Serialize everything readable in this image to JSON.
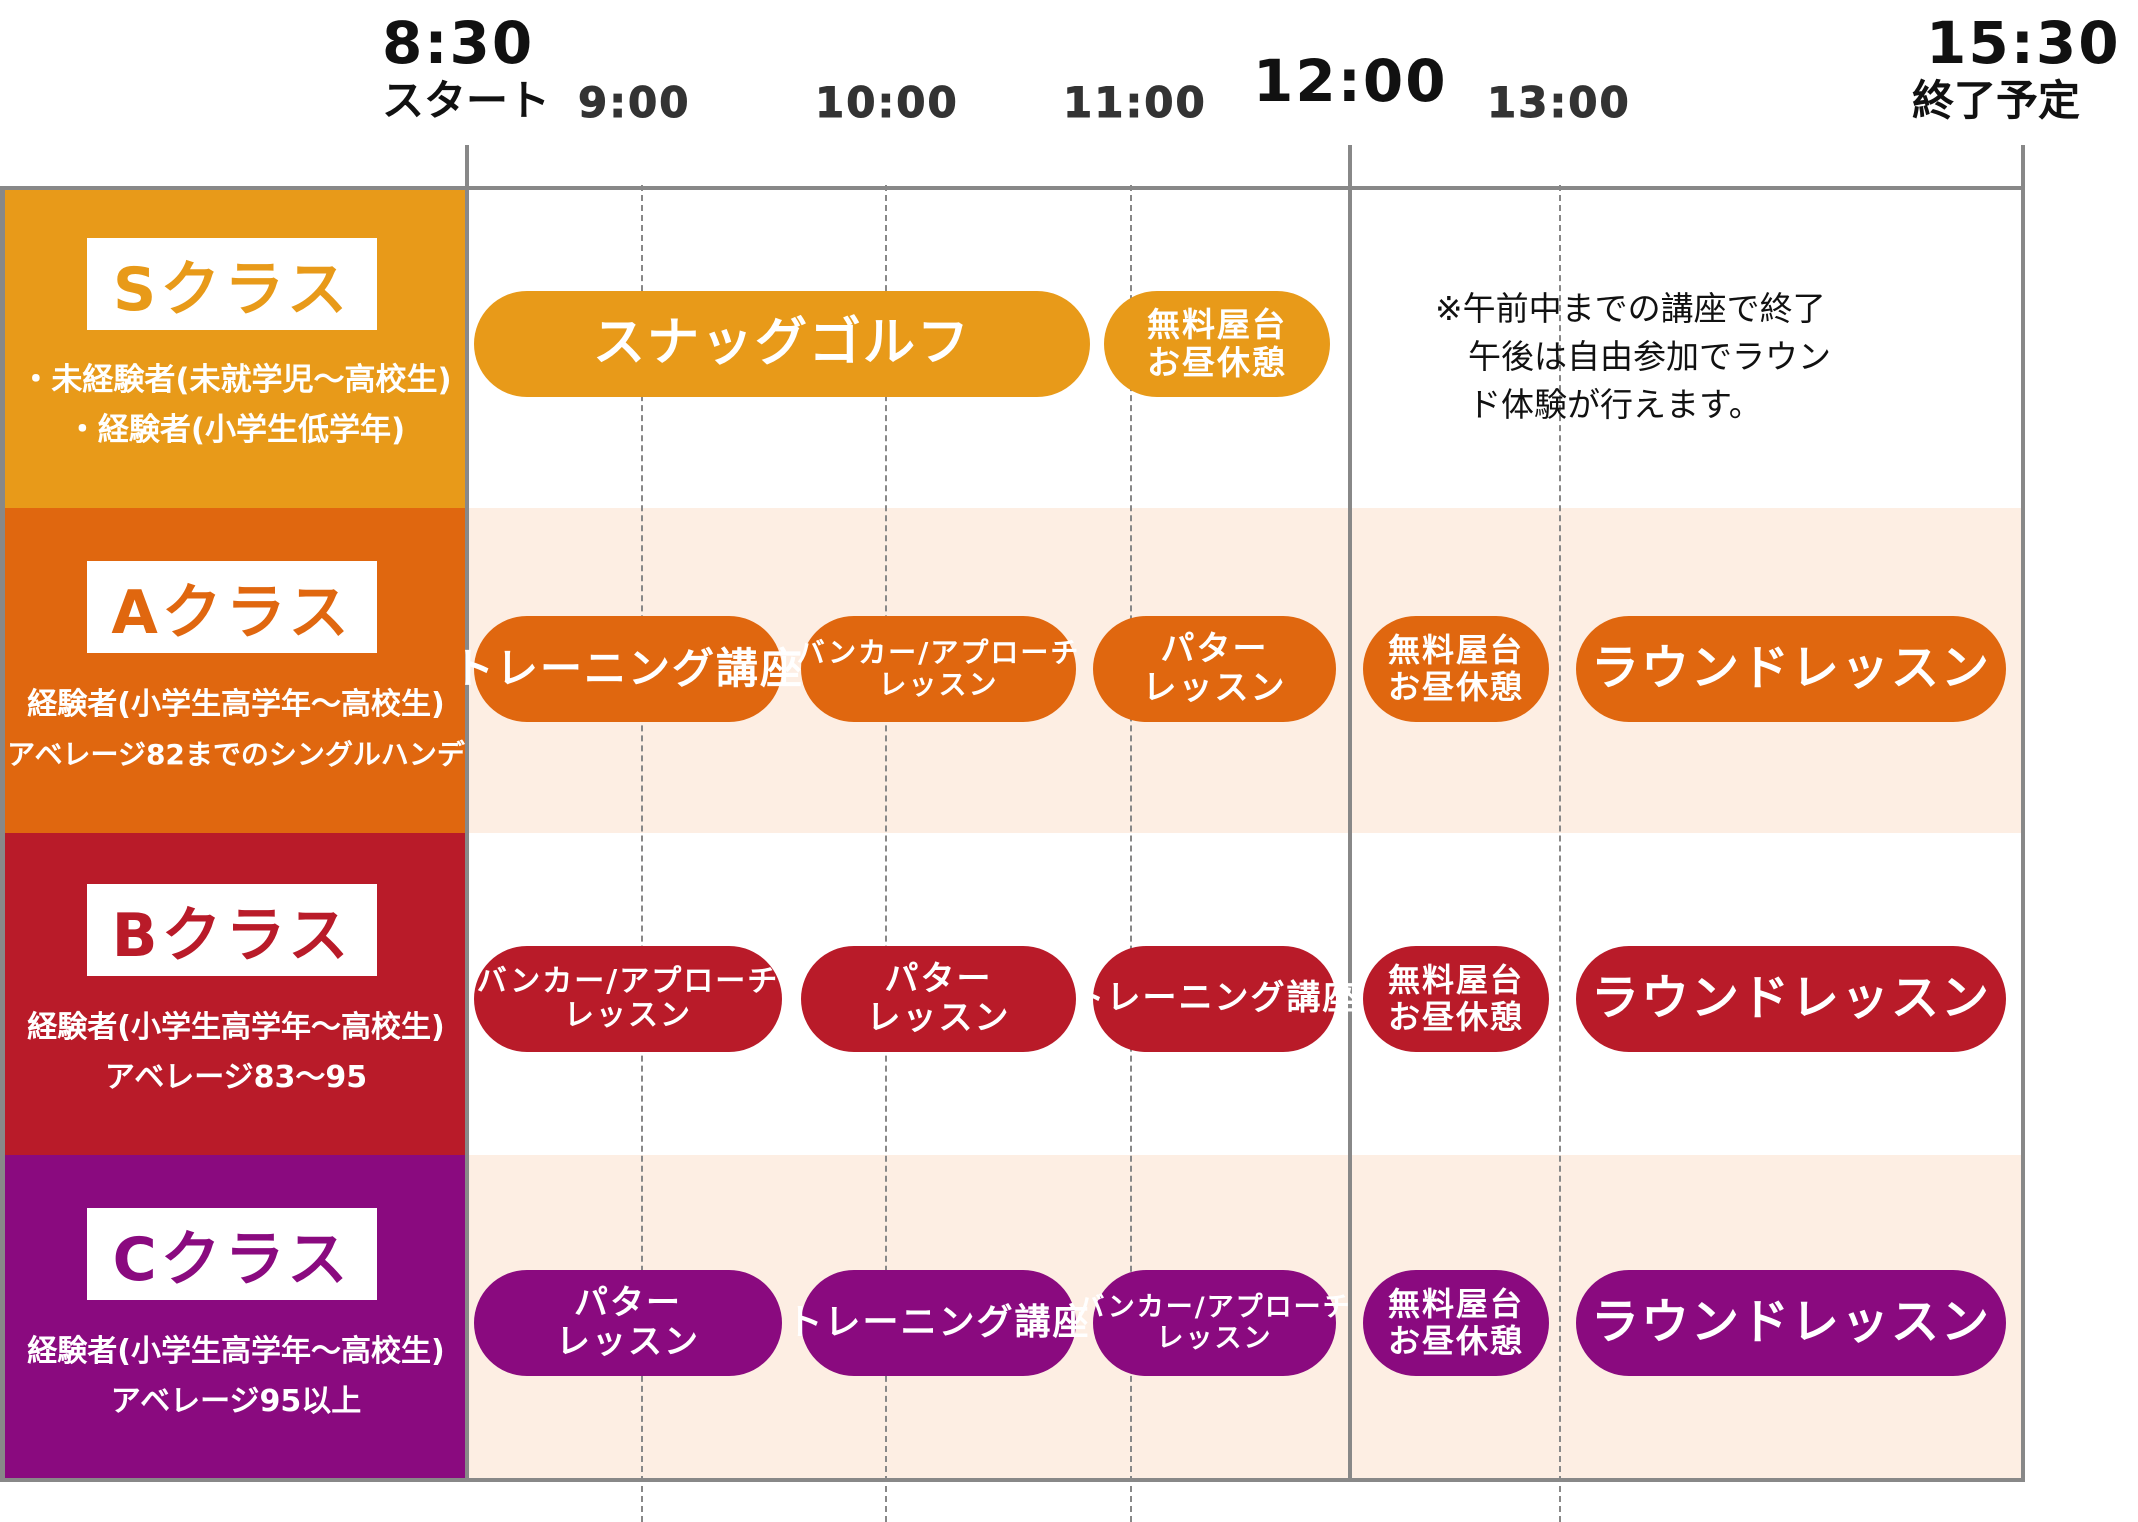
{
  "header": {
    "start_time": "8:30",
    "start_label": "スタート",
    "t0900": "9:00",
    "t1000": "10:00",
    "t1100": "11:00",
    "t1200": "12:00",
    "t1300": "13:00",
    "end_time": "15:30",
    "end_label": "終了予定"
  },
  "colors": {
    "S": "#e89a19",
    "A": "#e0670f",
    "B": "#b91b29",
    "C": "#8a0a7f",
    "stripe": "#fdeee3",
    "grid": "#888888"
  },
  "rows": {
    "S": {
      "class_label": "Sクラス",
      "desc1": "・未経験者(未就学児～高校生)",
      "desc2": "・経験者(小学生低学年)",
      "p1": "スナッグゴルフ",
      "p2a": "無料屋台",
      "p2b": "お昼休憩",
      "note": "※午前中までの講座で終了\n　午後は自由参加でラウン\n　ド体験が行えます。"
    },
    "A": {
      "class_label": "Aクラス",
      "desc1": "経験者(小学生高学年～高校生)",
      "desc2": "アベレージ82までのシングルハンデ",
      "p1": "トレーニング講座",
      "p2a": "バンカー/アプローチ",
      "p2b": "レッスン",
      "p3a": "パター",
      "p3b": "レッスン",
      "p4a": "無料屋台",
      "p4b": "お昼休憩",
      "p5": "ラウンドレッスン"
    },
    "B": {
      "class_label": "Bクラス",
      "desc1": "経験者(小学生高学年～高校生)",
      "desc2": "アベレージ83～95",
      "p1a": "バンカー/アプローチ",
      "p1b": "レッスン",
      "p2a": "パター",
      "p2b": "レッスン",
      "p3": "トレーニング講座",
      "p4a": "無料屋台",
      "p4b": "お昼休憩",
      "p5": "ラウンドレッスン"
    },
    "C": {
      "class_label": "Cクラス",
      "desc1": "経験者(小学生高学年～高校生)",
      "desc2": "アベレージ95以上",
      "p1a": "パター",
      "p1b": "レッスン",
      "p2": "トレーニング講座",
      "p3a": "バンカー/アプローチ",
      "p3b": "レッスン",
      "p4a": "無料屋台",
      "p4b": "お昼休憩",
      "p5": "ラウンドレッスン"
    }
  }
}
